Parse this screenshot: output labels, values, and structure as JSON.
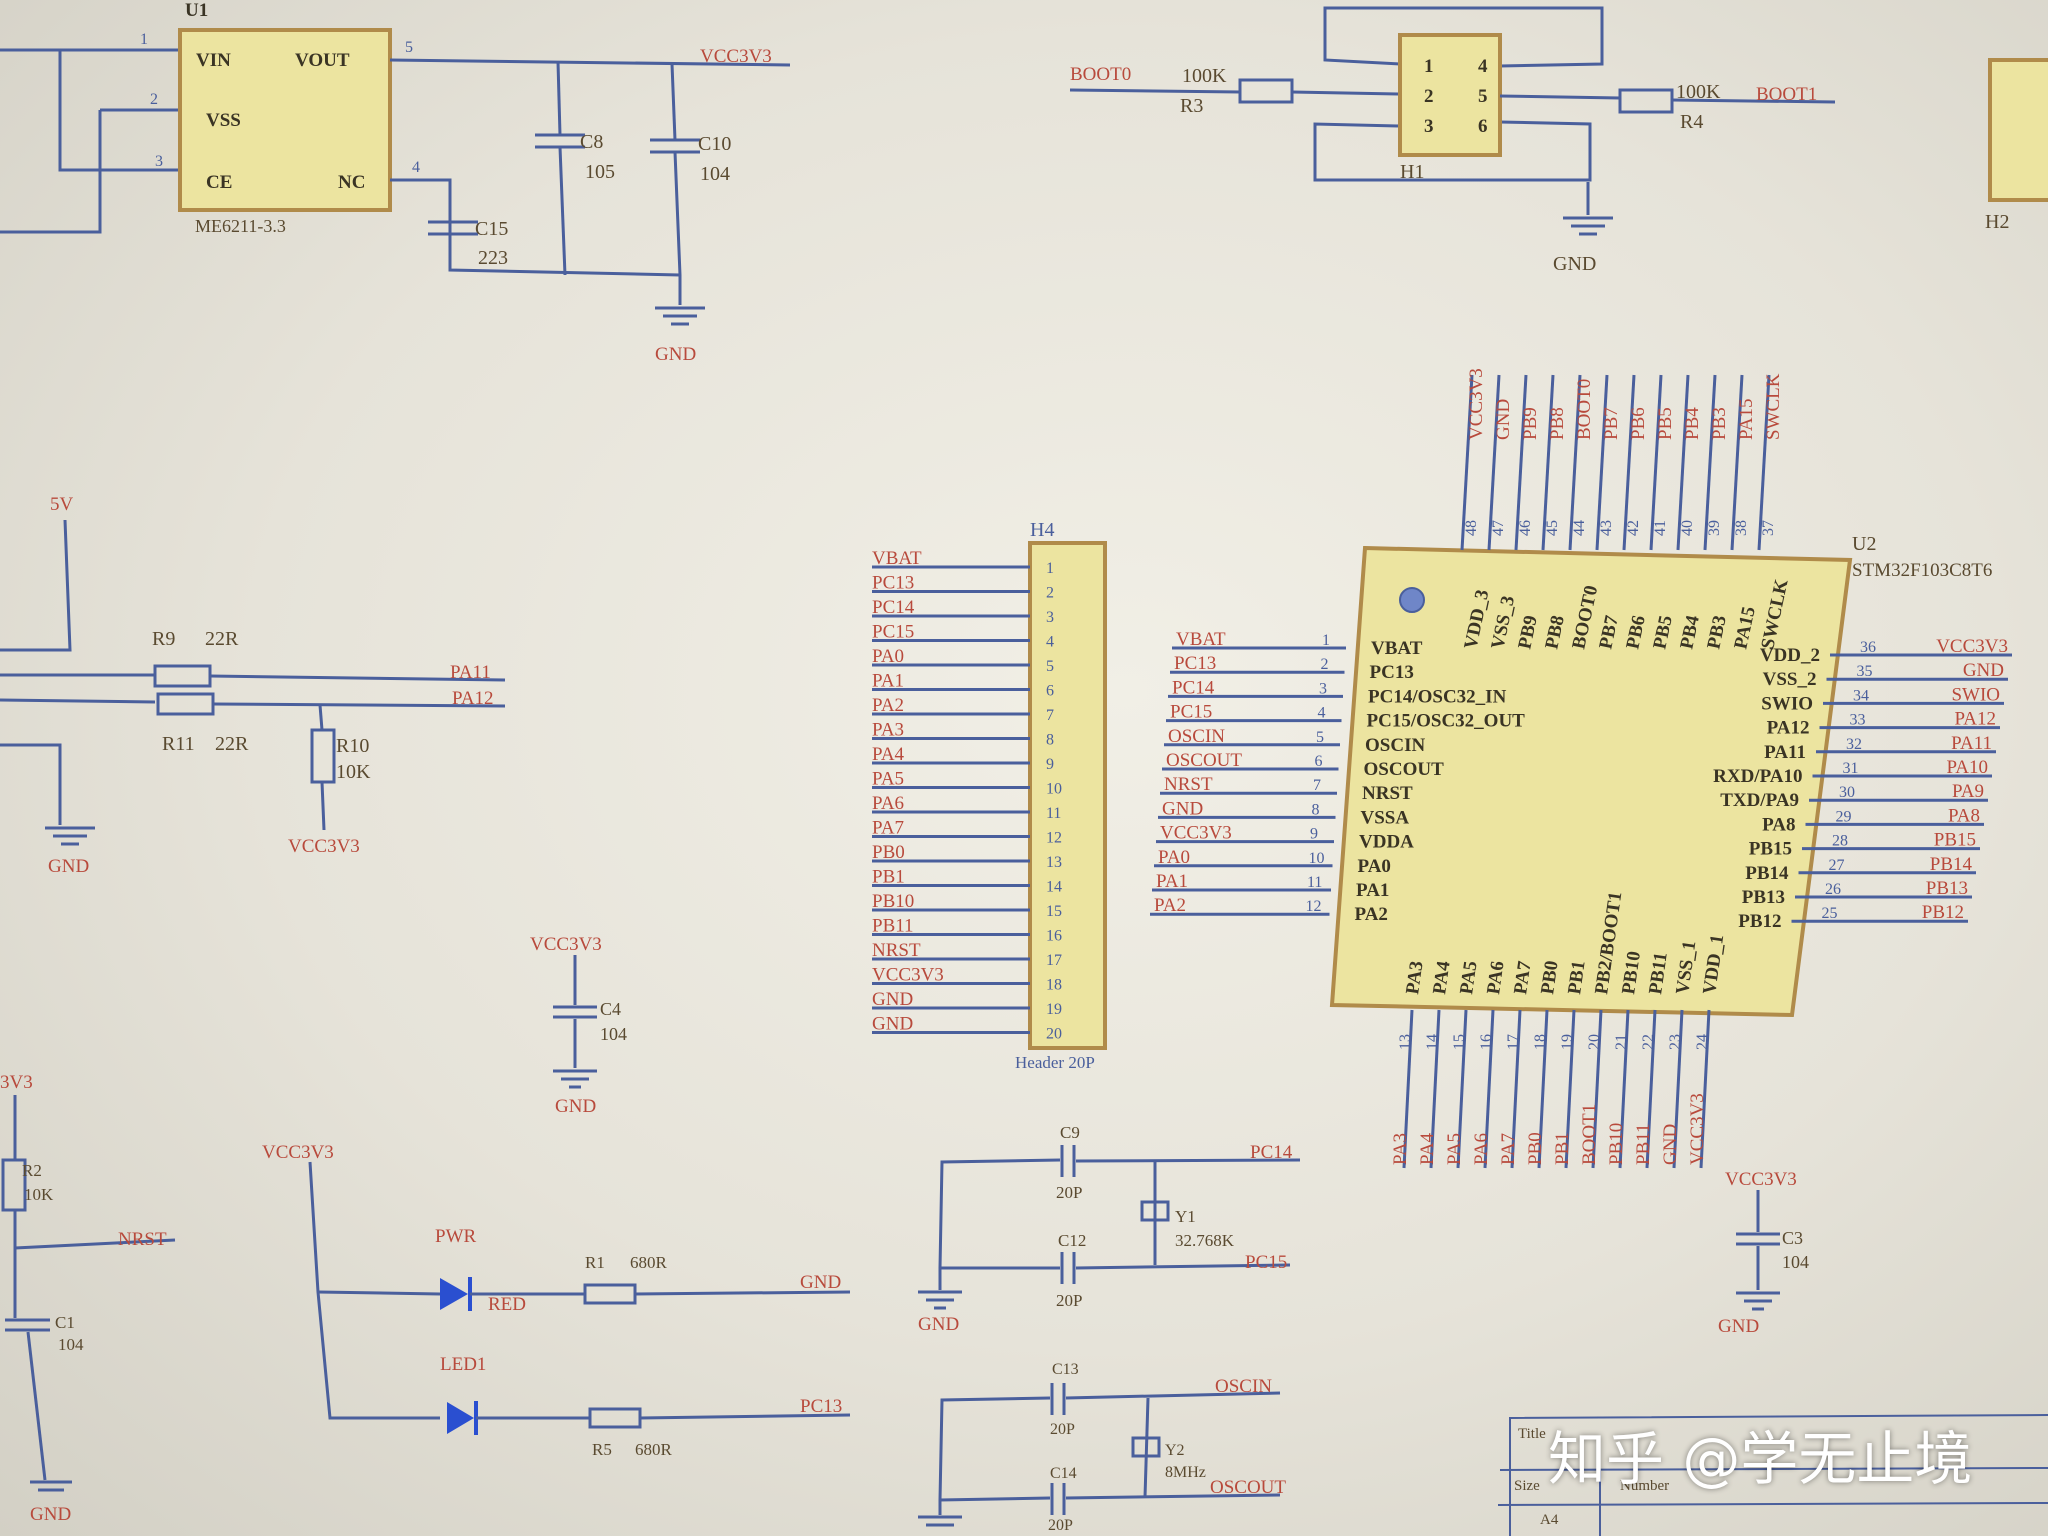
{
  "regulator": {
    "ref": "U1",
    "part": "ME6211-3.3",
    "pins": {
      "vin": "VIN",
      "vss": "VSS",
      "ce": "CE",
      "vout": "VOUT",
      "nc": "NC"
    },
    "pin_nums": [
      "1",
      "2",
      "3",
      "5",
      "4"
    ],
    "net": "VCC3V3",
    "gnd": "GND"
  },
  "caps_top": [
    {
      "ref": "C8",
      "val": "105"
    },
    {
      "ref": "C10",
      "val": "104"
    },
    {
      "ref": "C15",
      "val": "223"
    }
  ],
  "boot": {
    "boot0": "BOOT0",
    "boot1": "BOOT1",
    "r3_val": "100K",
    "r3": "R3",
    "r4_val": "100K",
    "r4": "R4",
    "switch": "H1",
    "pins": [
      "1",
      "2",
      "3",
      "4",
      "5",
      "6"
    ],
    "gnd": "GND",
    "h2": "H2"
  },
  "usb": {
    "net_5v": "5V",
    "r9": "R9",
    "r9_val": "22R",
    "r11": "R11",
    "r11_val": "22R",
    "r10": "R10",
    "r10_val": "10K",
    "pa11": "PA11",
    "pa12": "PA12",
    "gnd": "GND",
    "vcc": "VCC3V3"
  },
  "c4": {
    "vcc": "VCC3V3",
    "ref": "C4",
    "val": "104",
    "gnd": "GND"
  },
  "header": {
    "ref": "H4",
    "type": "Header 20P",
    "nets": [
      "VBAT",
      "PC13",
      "PC14",
      "PC15",
      "PA0",
      "PA1",
      "PA2",
      "PA3",
      "PA4",
      "PA5",
      "PA6",
      "PA7",
      "PB0",
      "PB1",
      "PB10",
      "PB11",
      "NRST",
      "VCC3V3",
      "GND",
      "GND"
    ],
    "nums": [
      "1",
      "2",
      "3",
      "4",
      "5",
      "6",
      "7",
      "8",
      "9",
      "10",
      "11",
      "12",
      "13",
      "14",
      "15",
      "16",
      "17",
      "18",
      "19",
      "20"
    ]
  },
  "mcu": {
    "ref": "U2",
    "part": "STM32F103C8T6",
    "left_nets": [
      "VBAT",
      "PC13",
      "PC14",
      "PC15",
      "OSCIN",
      "OSCOUT",
      "NRST",
      "GND",
      "VCC3V3",
      "PA0",
      "PA1",
      "PA2"
    ],
    "left_pins": [
      "VBAT",
      "PC13",
      "PC14/OSC32_IN",
      "PC15/OSC32_OUT",
      "OSCIN",
      "OSCOUT",
      "NRST",
      "VSSA",
      "VDDA",
      "PA0",
      "PA1",
      "PA2"
    ],
    "left_nums": [
      "1",
      "2",
      "3",
      "4",
      "5",
      "6",
      "7",
      "8",
      "9",
      "10",
      "11",
      "12"
    ],
    "right_pins": [
      "VDD_2",
      "VSS_2",
      "SWIO",
      "PA12",
      "PA11",
      "RXD/PA10",
      "TXD/PA9",
      "PA8",
      "PB15",
      "PB14",
      "PB13",
      "PB12"
    ],
    "right_nets": [
      "VCC3V3",
      "GND",
      "SWIO",
      "PA12",
      "PA11",
      "PA10",
      "PA9",
      "PA8",
      "PB15",
      "PB14",
      "PB13",
      "PB12"
    ],
    "right_nums": [
      "36",
      "35",
      "34",
      "33",
      "32",
      "31",
      "30",
      "29",
      "28",
      "27",
      "26",
      "25"
    ],
    "top_pins": [
      "VDD_3",
      "VSS_3",
      "PB9",
      "PB8",
      "BOOT0",
      "PB7",
      "PB6",
      "PB5",
      "PB4",
      "PB3",
      "PA15",
      "SWCLK"
    ],
    "top_nets": [
      "VCC3V3",
      "GND",
      "PB9",
      "PB8",
      "BOOT0",
      "PB7",
      "PB6",
      "PB5",
      "PB4",
      "PB3",
      "PA15",
      "SWCLK"
    ],
    "top_nums": [
      "48",
      "47",
      "46",
      "45",
      "44",
      "43",
      "42",
      "41",
      "40",
      "39",
      "38",
      "37"
    ],
    "bottom_pins": [
      "PA3",
      "PA4",
      "PA5",
      "PA6",
      "PA7",
      "PB0",
      "PB1",
      "PB2/BOOT1",
      "PB10",
      "PB11",
      "VSS_1",
      "VDD_1"
    ],
    "bottom_nets": [
      "PA3",
      "PA4",
      "PA5",
      "PA6",
      "PA7",
      "PB0",
      "PB1",
      "BOOT1",
      "PB10",
      "PB11",
      "GND",
      "VCC3V3"
    ],
    "bottom_nums": [
      "13",
      "14",
      "15",
      "16",
      "17",
      "18",
      "19",
      "20",
      "21",
      "22",
      "23",
      "24"
    ]
  },
  "c3": {
    "vcc": "VCC3V3",
    "ref": "C3",
    "val": "104",
    "gnd": "GND"
  },
  "reset": {
    "net": "3V3",
    "r2": "R2",
    "r2_val": "10K",
    "nrst": "NRST",
    "c1": "C1",
    "c1_val": "104",
    "gnd": "GND"
  },
  "leds": {
    "vcc": "VCC3V3",
    "pwr": "PWR",
    "pwr_color": "RED",
    "r1": "R1",
    "r1_val": "680R",
    "gnd": "GND",
    "led1": "LED1",
    "r5": "R5",
    "r5_val": "680R",
    "pc13": "PC13"
  },
  "xtal32": {
    "c9": "C9",
    "c9_val": "20P",
    "c12": "C12",
    "c12_val": "20P",
    "y1": "Y1",
    "y1_val": "32.768K",
    "pc14": "PC14",
    "pc15": "PC15",
    "gnd": "GND"
  },
  "xtal8": {
    "c13": "C13",
    "c13_val": "20P",
    "c14": "C14",
    "c14_val": "20P",
    "y2": "Y2",
    "y2_val": "8MHz",
    "oscin": "OSCIN",
    "oscout": "OSCOUT"
  },
  "title_block": {
    "title": "Title",
    "size": "Size",
    "number": "Number",
    "size_val": "A4"
  },
  "watermark": "知乎 @学无止境"
}
